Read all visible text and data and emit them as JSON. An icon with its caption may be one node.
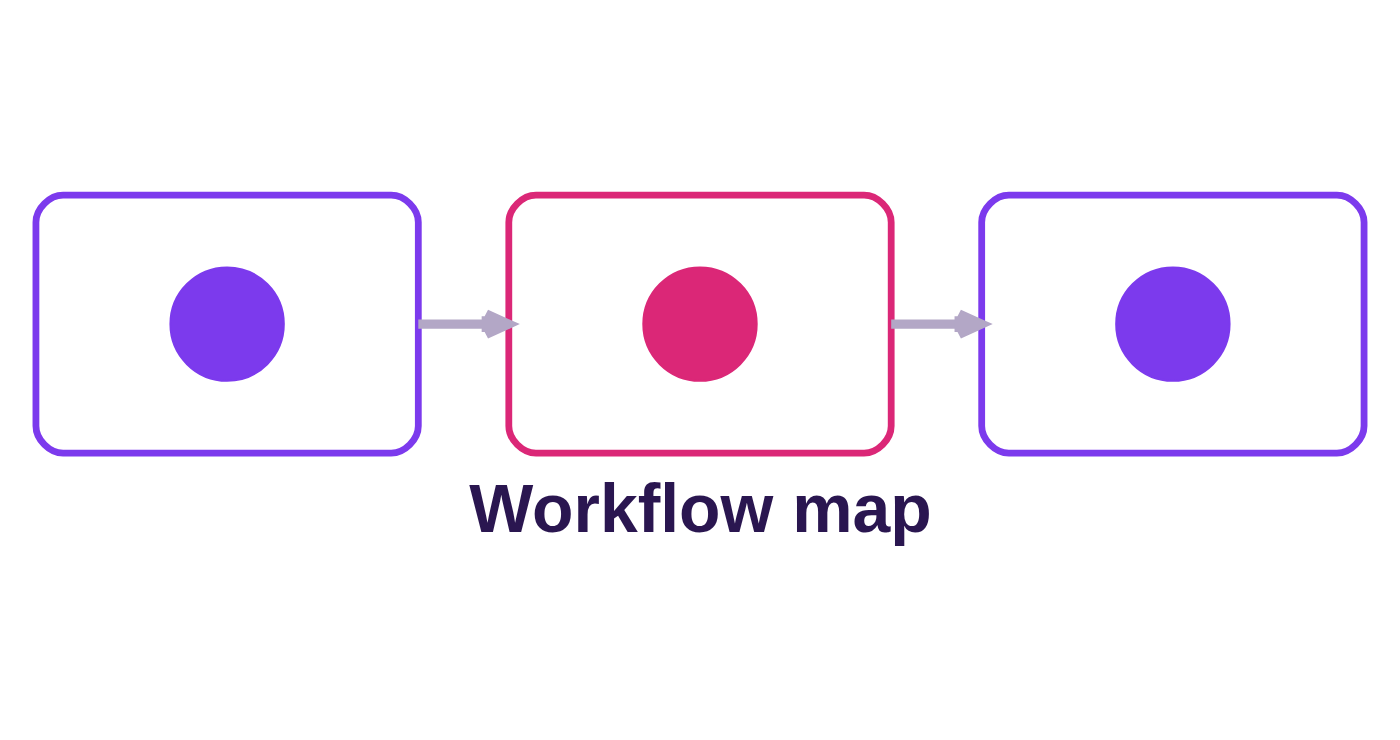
{
  "diagram": {
    "title": "Workflow map",
    "nodes": [
      {
        "text": [],
        "shape": "box"
      },
      {
        "text": [],
        "shape": "circle",
        "in": 0
      },
      {
        "text": [],
        "shape": "box"
      },
      {
        "text": [],
        "shape": "circle",
        "in": 2
      },
      {
        "text": [],
        "shape": "box"
      },
      {
        "text": [],
        "shape": "circle",
        "in": 4
      }
    ],
    "edges": [
      {
        "from": 0,
        "to": 2,
        "arrow": "to"
      },
      {
        "from": 2,
        "to": 4,
        "arrow": "to"
      }
    ]
  }
}
